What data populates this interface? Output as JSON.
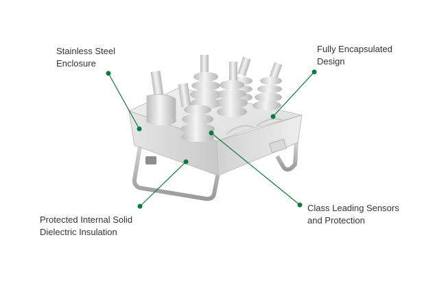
{
  "diagram": {
    "accent_color": "#0a7a3e",
    "callouts": [
      {
        "id": "steel",
        "text": "Stainless Steel\nEnclosure"
      },
      {
        "id": "encap",
        "text": "Fully Encapsulated\nDesign"
      },
      {
        "id": "sensors",
        "text": "Class Leading Sensors\nand Protection"
      },
      {
        "id": "protect",
        "text": "Protected Internal Solid\nDielectric Insulation"
      }
    ]
  }
}
